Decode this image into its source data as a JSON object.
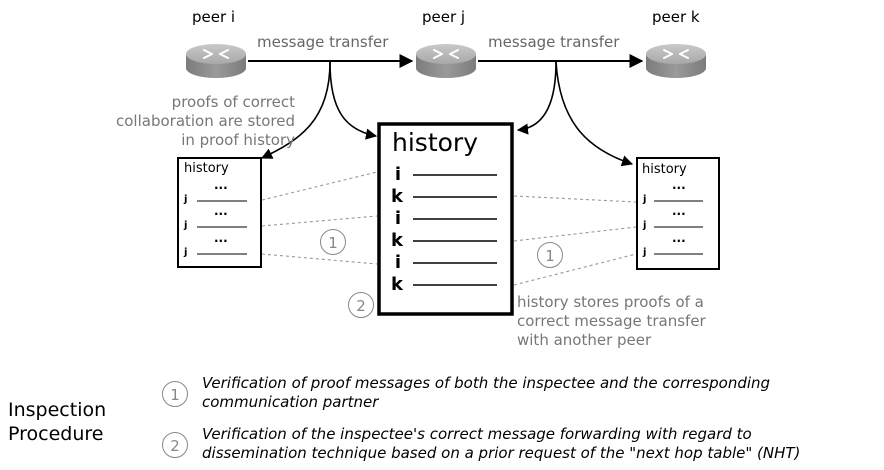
{
  "peers": {
    "i": "peer i",
    "j": "peer j",
    "k": "peer k"
  },
  "edges": {
    "left": "message transfer",
    "right": "message transfer"
  },
  "notes": {
    "collab_line1": "proofs of correct",
    "collab_line2": "collaboration are stored",
    "collab_line3": "in proof history",
    "stores_line1": "history stores proofs of a",
    "stores_line2": "correct message transfer",
    "stores_line3": "with another peer"
  },
  "central_history": {
    "title": "history",
    "rows": [
      "i",
      "k",
      "i",
      "k",
      "i",
      "k"
    ]
  },
  "left_history": {
    "title": "history",
    "dots": "...",
    "rows": [
      "j",
      "j",
      "j"
    ]
  },
  "right_history": {
    "title": "history",
    "dots": "...",
    "rows": [
      "j",
      "j",
      "j"
    ]
  },
  "markers": {
    "one": "1",
    "two": "2"
  },
  "legend": {
    "heading_line1": "Inspection",
    "heading_line2": "Procedure",
    "item1_number": "1",
    "item1_line1": "Verification of proof messages of both the inspectee and the corresponding",
    "item1_line2": "communication partner",
    "item2_number": "2",
    "item2_line1": "Verification of the inspectee's correct message forwarding with regard to",
    "item2_line2": "dissemination technique based on a prior request of the \"next hop table\" (NHT)"
  },
  "colors": {
    "router_top": "#b5b5b5",
    "router_side": "#8c8c8c",
    "dotted_line": "#999999",
    "note_text": "#777777"
  },
  "icons": {
    "router": "router-icon"
  }
}
